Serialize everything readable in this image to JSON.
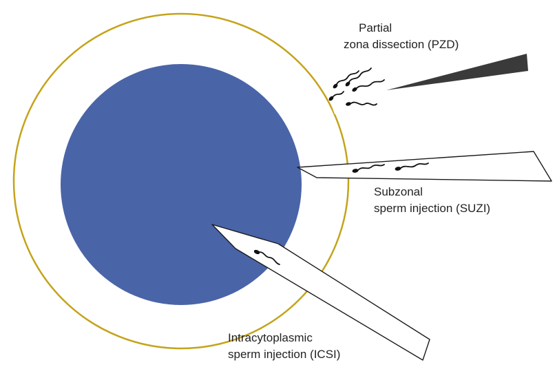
{
  "labels": {
    "pzd": {
      "line1": "Partial",
      "line2": "zona dissection (PZD)"
    },
    "suzi": {
      "line1": "Subzonal",
      "line2": "sperm injection (SUZI)"
    },
    "icsi": {
      "line1": "Intracytoplasmic",
      "line2": "sperm injection (ICSI)"
    }
  },
  "colors": {
    "zona_ring": "#c4a31a",
    "cytoplasm": "#4a64a8",
    "zona_fill": "#ffffff",
    "pipette": "#ffffff",
    "pzd_needle": "#3a3a3a",
    "ink": "#111111"
  }
}
